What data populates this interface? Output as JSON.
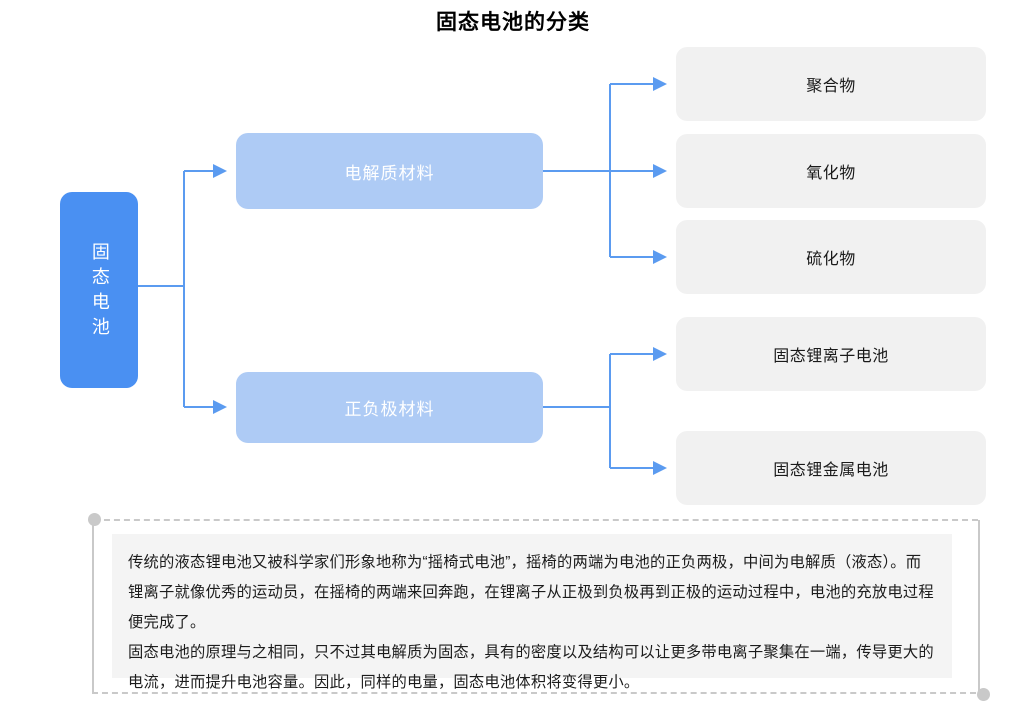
{
  "title": "固态电池的分类",
  "colors": {
    "root_fill": "#4a90f2",
    "mid_fill": "#aecbf5",
    "leaf_fill": "#f1f1f1",
    "connector": "#5b9bf0",
    "frame": "#c9c9c9",
    "footnote_bg": "#f4f4f4"
  },
  "diagram": {
    "root": {
      "label": "固态电池"
    },
    "branches": [
      {
        "label": "电解质材料",
        "children": [
          {
            "label": "聚合物"
          },
          {
            "label": "氧化物"
          },
          {
            "label": "硫化物"
          }
        ]
      },
      {
        "label": "正负极材料",
        "children": [
          {
            "label": "固态锂离子电池"
          },
          {
            "label": "固态锂金属电池"
          }
        ]
      }
    ]
  },
  "footnote": {
    "paragraphs": [
      "传统的液态锂电池又被科学家们形象地称为“摇椅式电池”，摇椅的两端为电池的正负两极，中间为电解质（液态）。而锂离子就像优秀的运动员，在摇椅的两端来回奔跑，在锂离子从正极到负极再到正极的运动过程中，电池的充放电过程便完成了。",
      "固态电池的原理与之相同，只不过其电解质为固态，具有的密度以及结构可以让更多带电离子聚集在一端，传导更大的电流，进而提升电池容量。因此，同样的电量，固态电池体积将变得更小。"
    ]
  }
}
